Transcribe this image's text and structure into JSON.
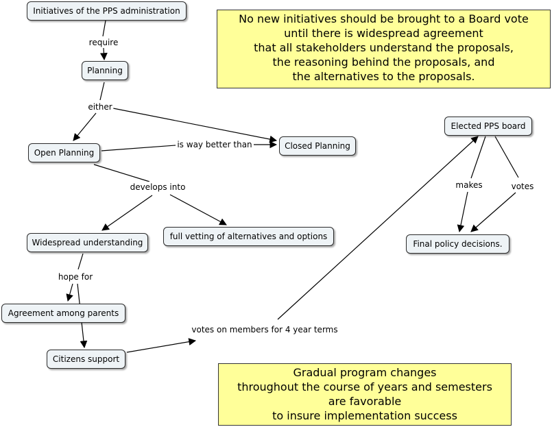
{
  "concepts": {
    "initiatives": "Initiatives of the PPS administration",
    "planning": "Planning",
    "open_planning": "Open Planning",
    "closed_planning": "Closed Planning",
    "widespread_understanding": "Widespread understanding",
    "full_vetting": "full vetting of alternatives and options",
    "agreement_parents": "Agreement among parents",
    "citizens_support": "Citizens support",
    "elected_board": "Elected PPS board",
    "final_policy": "Final policy decisions."
  },
  "links": {
    "require": "require",
    "either": "either",
    "way_better": "is way better than",
    "develops_into": "develops into",
    "hope_for": "hope for",
    "votes_on_members": "votes on members for 4 year terms",
    "makes": "makes",
    "votes": "votes"
  },
  "notes": {
    "top": [
      "No new initiatives should be brought to a Board vote",
      "until there is widespread agreement",
      "that all stakeholders understand the proposals,",
      "the reasoning behind the proposals, and",
      "the alternatives to the proposals."
    ],
    "bottom": [
      "Gradual program changes",
      "throughout the course of years and semesters",
      "are favorable",
      "to insure implementation success"
    ]
  },
  "colors": {
    "concept_fill": "#eef3f6",
    "note_fill": "#ffff99",
    "line": "#000000"
  }
}
